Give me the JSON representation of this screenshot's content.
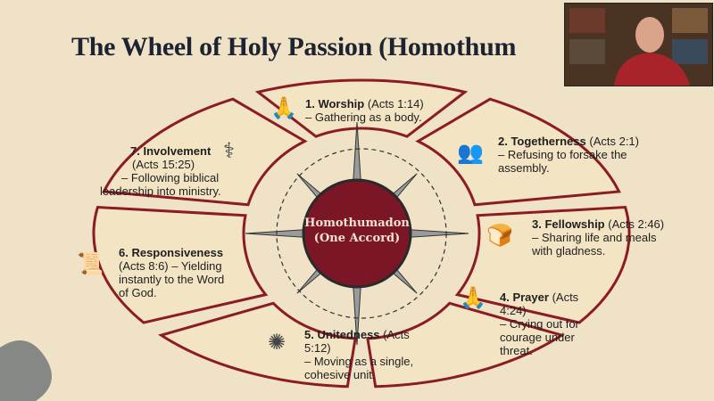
{
  "slide": {
    "title": "The Wheel of Holy Passion (Homothum",
    "center": {
      "line1": "Homothumadon",
      "line2": "(One Accord)"
    },
    "segments": [
      {
        "num_title": "1. Worship",
        "ref": "(Acts 1:14)",
        "desc": "– Gathering as a body.",
        "icon": "praying-hands-icon"
      },
      {
        "num_title": "2. Togetherness",
        "ref": "(Acts 2:1)",
        "desc": "– Refusing to forsake the assembly.",
        "icon": "crowd-icon"
      },
      {
        "num_title": "3. Fellowship",
        "ref": "(Acts 2:46)",
        "desc": "– Sharing life and meals with gladness.",
        "icon": "table-bread-cup-icon"
      },
      {
        "num_title": "4. Prayer",
        "ref": "(Acts 4:24)",
        "desc": "– Crying out for courage under threat.",
        "icon": "praying-hands-icon"
      },
      {
        "num_title": "5. Unitedness",
        "ref": "(Acts 5:12)",
        "desc": "– Moving as a single, cohesive unit.",
        "icon": "circle-of-people-icon"
      },
      {
        "num_title": "6. Responsiveness",
        "ref": "(Acts 8:6)",
        "desc": "– Yielding instantly to the Word of God.",
        "icon": "scroll-arrow-icon"
      },
      {
        "num_title": "7. Involvement",
        "ref": "(Acts 15:25)",
        "desc": "– Following biblical leadership into ministry.",
        "icon": "staff-path-icon"
      }
    ]
  },
  "colors": {
    "background": "#efe2c6",
    "accent": "#8c1c24",
    "center": "#7a1626",
    "title": "#1d2330"
  }
}
